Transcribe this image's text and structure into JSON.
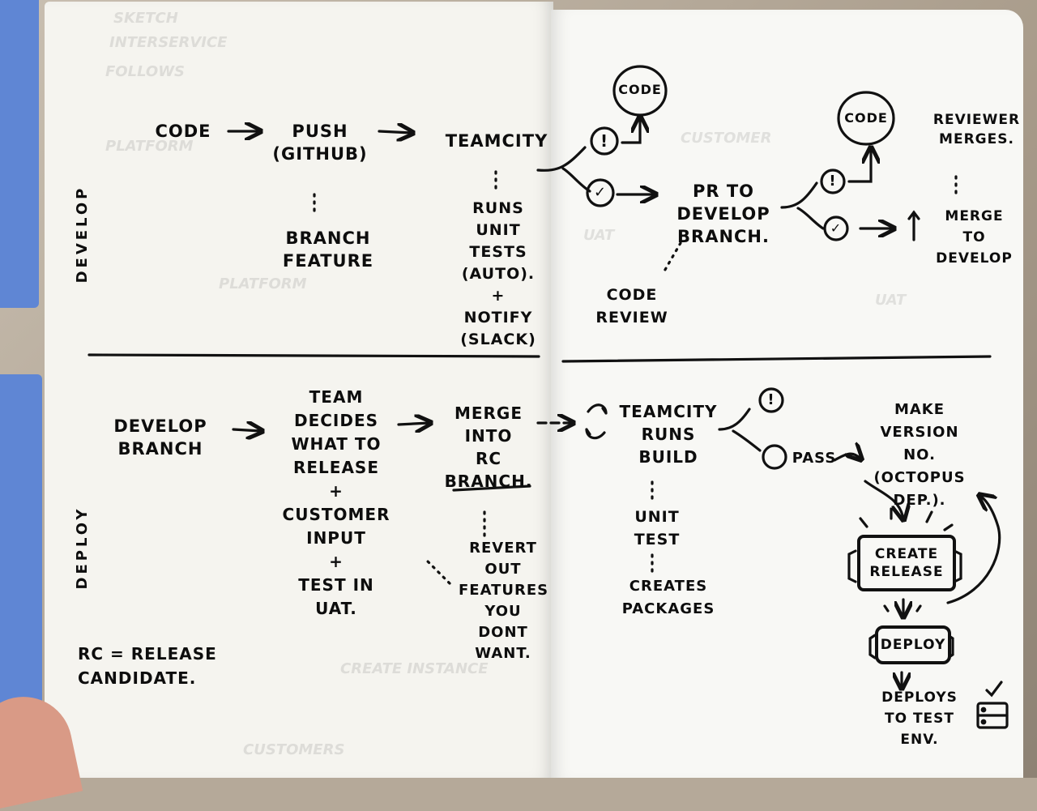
{
  "sections": {
    "develop_label": "DEVELOP",
    "deploy_label": "DEPLOY"
  },
  "develop": {
    "code": "CODE",
    "push": "PUSH\n(GITHUB)",
    "branch_feature": "BRANCH\nFEATURE",
    "teamcity": "TEAMCITY",
    "runs_unit_tests": "RUNS\nUNIT\nTESTS\n(AUTO).\n+\nNOTIFY\n(SLACK)",
    "code_loop_1": "CODE",
    "pr_to_develop": "PR TO\nDEVELOP\nBRANCH.",
    "code_review": "CODE\nREVIEW",
    "code_loop_2": "CODE",
    "reviewer_merges": "REVIEWER\nMERGES.",
    "merge_to_develop": "MERGE\nTO DEVELOP"
  },
  "deploy": {
    "develop_branch": "DEVELOP\nBRANCH",
    "team_decides": "TEAM\nDECIDES\nWHAT TO\nRELEASE\n+\nCUSTOMER\nINPUT\n+\nTEST IN\nUAT.",
    "merge_into_rc": "MERGE\nINTO\nRC\nBRANCH.",
    "revert_out": "REVERT\nOUT\nFEATURES\nYOU DONT\nWANT.",
    "teamcity_runs_build": "TEAMCITY\nRUNS\nBUILD",
    "unit_test": "UNIT\nTEST",
    "creates_packages": "CREATES\nPACKAGES",
    "pass": "PASS",
    "make_version": "MAKE\nVERSION\nNO. (OCTOPUS\nDEP.).",
    "create_release": "CREATE\nRELEASE",
    "deploy_box": "DEPLOY",
    "deploys_to_test": "DEPLOYS\nTO TEST\nENV."
  },
  "legend": {
    "rc_definition": "RC = RELEASE\nCANDIDATE."
  },
  "icons": {
    "fail_symbol": "!",
    "ok_symbol": "✓",
    "sync_symbol": "⟳",
    "server_icon": "server-icon"
  },
  "colors": {
    "ink": "#0d0d0d",
    "paper": "#f7f7f3",
    "tab_blue": "#5f86d4"
  }
}
